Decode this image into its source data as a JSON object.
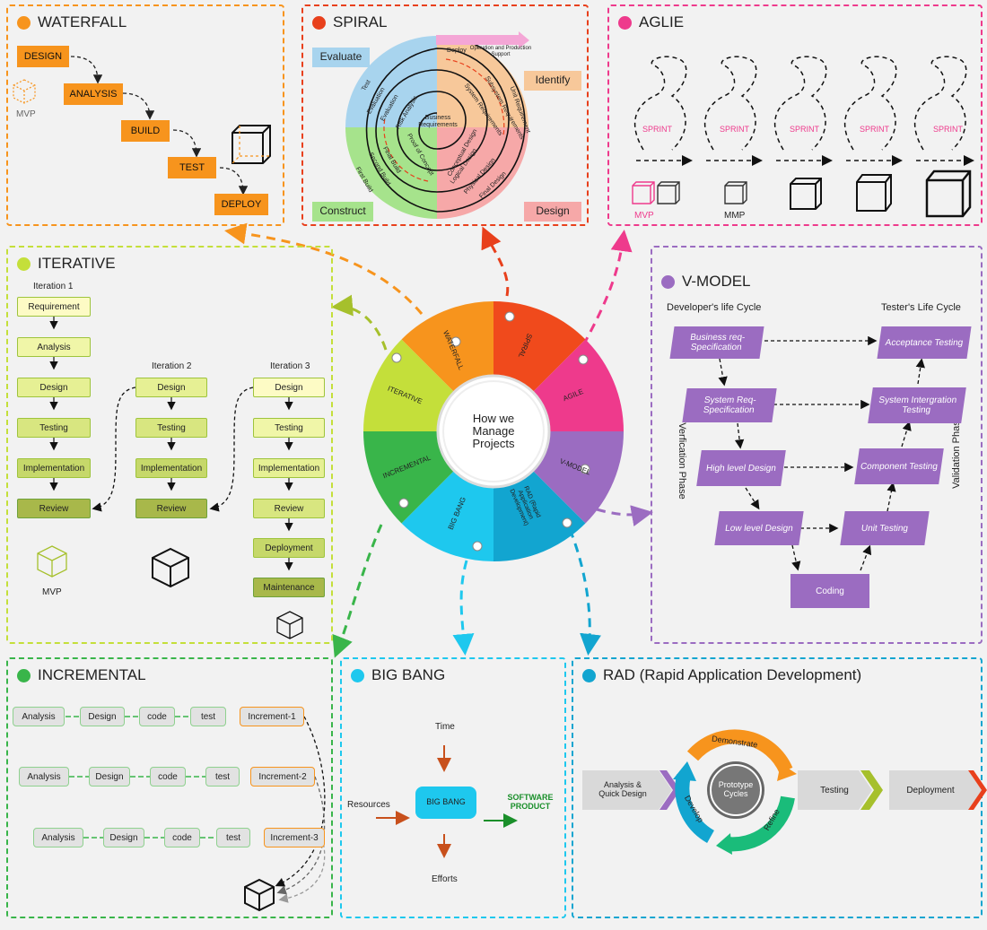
{
  "colors": {
    "waterfall": "#f7941d",
    "spiral": "#e8401c",
    "agile": "#ee3a8c",
    "iterative": "#c4df3a",
    "vmodel": "#9b6cc1",
    "incremental": "#39b54a",
    "bigbang": "#1ec8ee",
    "rad": "#12a5d0"
  },
  "waterfall": {
    "title": "WATERFALL",
    "steps": [
      "DESIGN",
      "ANALYSIS",
      "BUILD",
      "TEST",
      "DEPLOY"
    ],
    "mvp": "MVP"
  },
  "spiral": {
    "title": "SPIRAL",
    "quadrants": [
      "Evaluate",
      "Identify",
      "Construct",
      "Design"
    ],
    "deploy": "Deploy",
    "ops": "Operation and Production Support",
    "labels": [
      "Test",
      "Evaluation",
      "Evaluation",
      "Risk Analysis",
      "Business Requirements",
      "Unit Requirement",
      "Subsystem Requirements",
      "System Requirements",
      "Proof of Concept",
      "Final Build",
      "Second Build",
      "First Build",
      "Conceptual Design",
      "Logical Design",
      "Physical Design",
      "Final Design"
    ]
  },
  "agile": {
    "title": "AGLIE",
    "sprint": "SPRINT",
    "mvp": "MVP",
    "mmp": "MMP"
  },
  "iterative": {
    "title": "ITERATIVE",
    "iter1": "Iteration 1",
    "iter2": "Iteration 2",
    "iter3": "Iteration 3",
    "col1": [
      "Requirement",
      "Analysis",
      "Design",
      "Testing",
      "Implementation",
      "Review"
    ],
    "col2": [
      "Design",
      "Testing",
      "Implementation",
      "Review"
    ],
    "col3": [
      "Design",
      "Testing",
      "Implementation",
      "Review",
      "Deployment",
      "Maintenance"
    ],
    "mvp": "MVP"
  },
  "vmodel": {
    "title": "V-MODEL",
    "dev": "Developer's life Cycle",
    "tester": "Tester's Life Cycle",
    "verification": "Verfication Phase",
    "validation": "Validation Phase",
    "left": [
      "Business req-Specification",
      "System Req-Specification",
      "High level Design",
      "Low level Design"
    ],
    "right": [
      "Acceptance Testing",
      "System Intergration Testing",
      "Component Testing",
      "Unit Testing"
    ],
    "coding": "Coding"
  },
  "incremental": {
    "title": "INCREMENTAL",
    "steps": [
      "Analysis",
      "Design",
      "code",
      "test"
    ],
    "increments": [
      "Increment-1",
      "Increment-2",
      "Increment-3"
    ]
  },
  "bigbang": {
    "title": "BIG BANG",
    "time": "Time",
    "resources": "Resources",
    "efforts": "Efforts",
    "center": "BIG BANG",
    "product": "SOFTWARE PRODUCT"
  },
  "rad": {
    "title": "RAD (Rapid Application Development)",
    "analysis": "Analysis & Quick Design",
    "testing": "Testing",
    "deployment": "Deployment",
    "center": "Prototype Cycles",
    "demonstrate": "Demonstrate",
    "refine": "Refine",
    "develop": "Develop"
  },
  "wheel": {
    "center": "How we Manage Projects",
    "segments": [
      "WATERFALL",
      "SPIRAL",
      "AGILE",
      "V-MODEL",
      "RAD (Rapid Application Development)",
      "BIG BANG",
      "INCREMENTAL",
      "ITERATIVE"
    ]
  }
}
